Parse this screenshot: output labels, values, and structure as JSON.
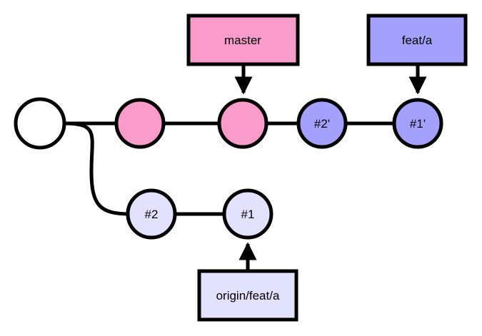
{
  "colors": {
    "stroke": "#000000",
    "empty": "#ffffff",
    "pink": "#f99bcb",
    "purple": "#a3a1fc",
    "lavender": "#e3e2fd"
  },
  "nodes": {
    "root": {
      "label": "",
      "color": "#ffffff"
    },
    "pink_a": {
      "label": "",
      "color": "#f99bcb"
    },
    "pink_b": {
      "label": "",
      "color": "#f99bcb"
    },
    "rebased_2": {
      "label": "#2'",
      "color": "#a3a1fc"
    },
    "rebased_1": {
      "label": "#1'",
      "color": "#a3a1fc"
    },
    "orig_2": {
      "label": "#2",
      "color": "#e3e2fd"
    },
    "orig_1": {
      "label": "#1",
      "color": "#e3e2fd"
    }
  },
  "refs": {
    "master": {
      "label": "master",
      "color": "#f99bcb"
    },
    "feat_a": {
      "label": "feat/a",
      "color": "#a3a1fc"
    },
    "origin_feat_a": {
      "label": "origin/feat/a",
      "color": "#e3e2fd"
    }
  }
}
